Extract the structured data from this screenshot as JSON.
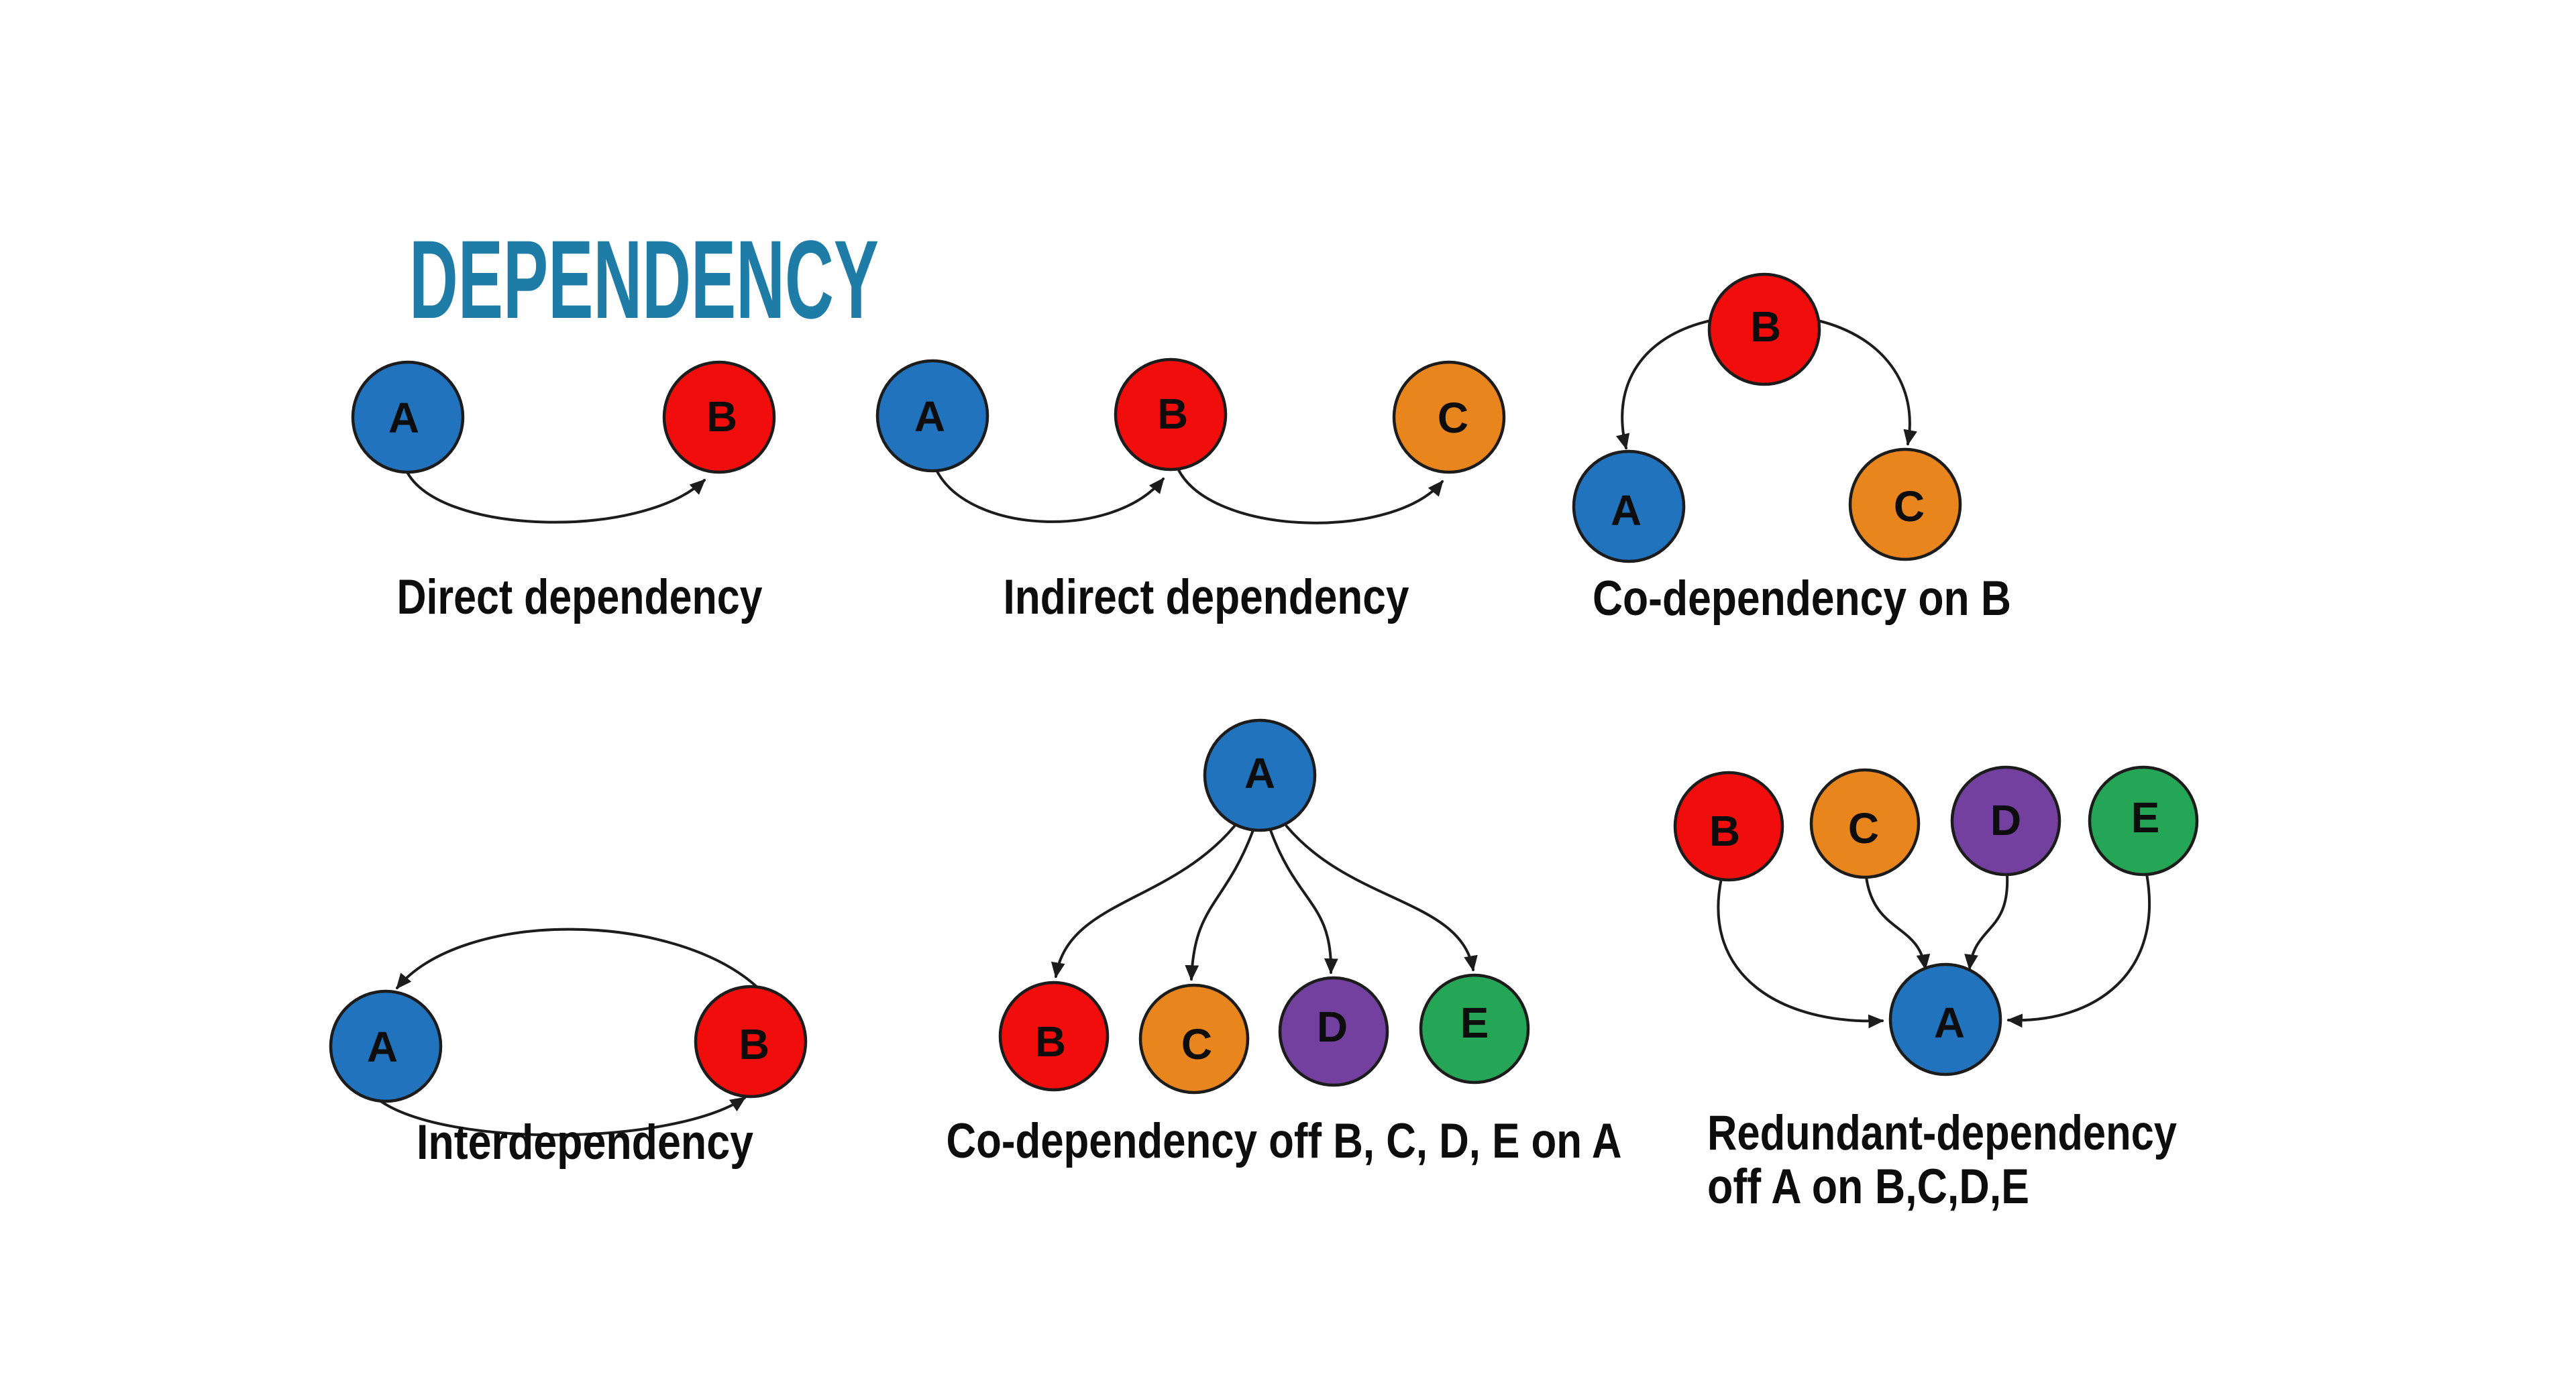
{
  "title": "DEPENDENCY",
  "palette": {
    "node_a_blue": "#2273bd",
    "node_b_red": "#f20d0d",
    "node_c_orange": "#e8861d",
    "node_d_purple": "#7340a0",
    "node_e_green": "#25a556",
    "title_teal": "#1e7ca6",
    "outline_black": "#1c1c1c",
    "label_black": "#0d0d0d",
    "background_white": "#ffffff"
  },
  "node_labels": {
    "A": "A",
    "B": "B",
    "C": "C",
    "D": "D",
    "E": "E"
  },
  "diagrams": {
    "direct": {
      "label": "Direct dependency",
      "nodes": [
        "A",
        "B"
      ],
      "edges": [
        "A→B"
      ]
    },
    "indirect": {
      "label": "Indirect dependency",
      "nodes": [
        "A",
        "B",
        "C"
      ],
      "edges": [
        "A→B",
        "B→C"
      ]
    },
    "co_dependency_on_b": {
      "label": "Co-dependency on B",
      "nodes": [
        "B",
        "A",
        "C"
      ],
      "edges": [
        "B→A",
        "B→C"
      ]
    },
    "interdependency": {
      "label": "Interdependency",
      "nodes": [
        "A",
        "B"
      ],
      "edges": [
        "A→B",
        "B→A"
      ]
    },
    "co_dependency_off": {
      "label": "Co-dependency off B, C, D, E on A",
      "nodes": [
        "A",
        "B",
        "C",
        "D",
        "E"
      ],
      "edges": [
        "A→B",
        "A→C",
        "A→D",
        "A→E"
      ]
    },
    "redundant_dependency": {
      "label_line1": "Redundant-dependency",
      "label_line2": "off A on B,C,D,E",
      "nodes": [
        "B",
        "C",
        "D",
        "E",
        "A"
      ],
      "edges": [
        "B→A",
        "C→A",
        "D→A",
        "E→A"
      ]
    }
  }
}
